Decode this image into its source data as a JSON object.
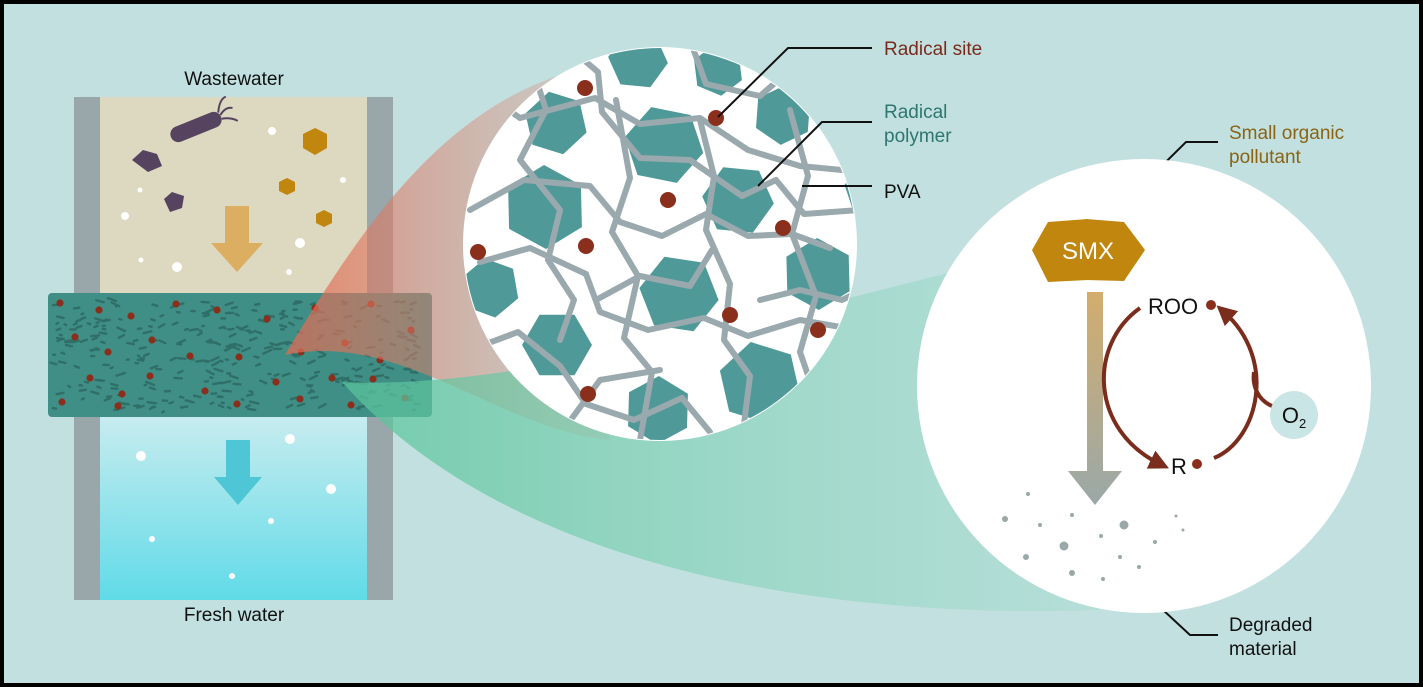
{
  "labels": {
    "wastewater": "Wastewater",
    "fresh_water": "Fresh water",
    "radical_site": "Radical site",
    "radical_polymer_line1": "Radical",
    "radical_polymer_line2": "polymer",
    "pva": "PVA",
    "small_organic_line1": "Small organic",
    "small_organic_line2": "pollutant",
    "smx": "SMX",
    "roo": "ROO",
    "r": "R",
    "o2_main": "O",
    "o2_sub": "2",
    "degraded_line1": "Degraded",
    "degraded_line2": "material"
  },
  "colors": {
    "background": "#c2e0e0",
    "frame": "#99a7aa",
    "wastewater": "#ddd8c0",
    "fresh_water": "#64dce8",
    "membrane": "#3f8f86",
    "hexagon": "#4f9a98",
    "pva_line": "#9aa9ad",
    "radical": "#8b2f1d",
    "radical_label": "#7a2a1a",
    "polymer_label": "#2e7670",
    "pollutant": "#c0860e",
    "pollutant_label": "#8a6412",
    "bacterium": "#55435f"
  }
}
